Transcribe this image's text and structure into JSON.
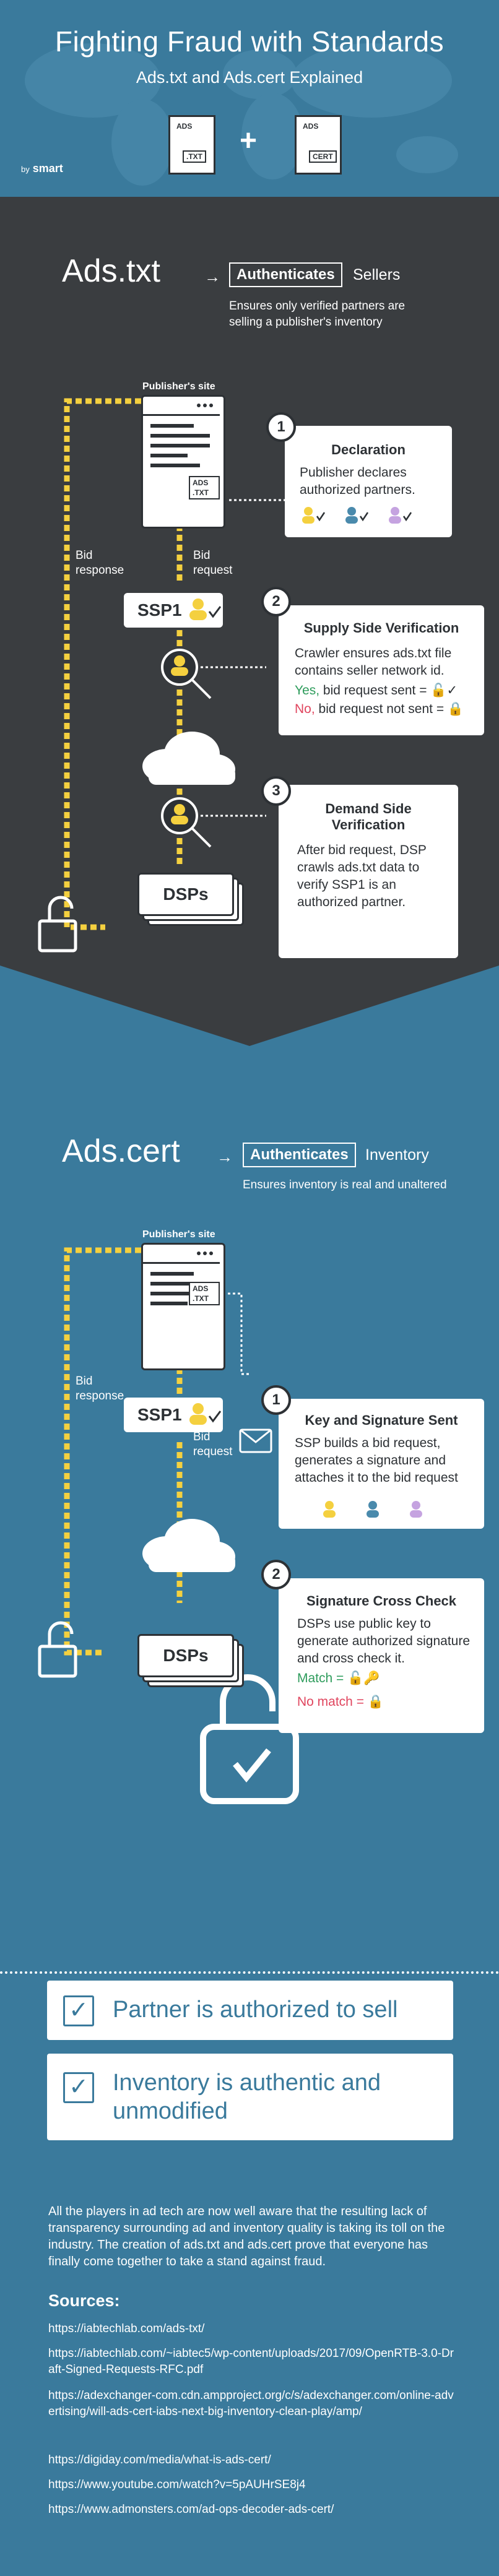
{
  "header": {
    "title": "Fighting Fraud with Standards",
    "subtitle": "Ads.txt and Ads.cert Explained",
    "by": "by",
    "brand": "smart",
    "doc1_tag_top": "ADS",
    "doc1_tag": ".TXT",
    "doc2_tag_top": "ADS",
    "doc2_tag": "CERT",
    "plus": "+"
  },
  "adstxt": {
    "heading": "Ads.txt",
    "arrow": "→",
    "auth": "Authenticates",
    "auth_target": "Sellers",
    "sub1": "Ensures only verified partners are",
    "sub2": "selling a publisher's inventory",
    "site_label": "Publisher's site",
    "site_tag_top": "ADS",
    "site_tag": ".TXT",
    "bid_response": "Bid\nresponse",
    "bid_request": "Bid\nrequest",
    "ssp": "SSP1",
    "dsps": "DSPs",
    "steps": [
      {
        "num": "1",
        "title": "Declaration",
        "body": "Publisher declares authorized partners."
      },
      {
        "num": "2",
        "title": "Supply Side Verification",
        "body": "Crawler ensures ads.txt file contains seller network id.",
        "yes_word": "Yes,",
        "yes_text": " bid request sent =",
        "no_word": "No,",
        "no_text": " bid request not sent ="
      },
      {
        "num": "3",
        "title": "Demand Side Verification",
        "body": "After bid request, DSP crawls ads.txt data to verify SSP1 is an authorized partner."
      }
    ]
  },
  "adscert": {
    "heading": "Ads.cert",
    "arrow": "→",
    "auth": "Authenticates",
    "auth_target": "Inventory",
    "sub1": "Ensures inventory is real and unaltered",
    "site_label": "Publisher's site",
    "site_tag_top": "ADS",
    "site_tag": ".TXT",
    "bid_response": "Bid\nresponse",
    "bid_request": "Bid\nrequest",
    "ssp": "SSP1",
    "dsps": "DSPs",
    "steps": [
      {
        "num": "1",
        "title": "Key and Signature Sent",
        "body": "SSP builds a bid request, generates a signature and attaches it to the bid request"
      },
      {
        "num": "2",
        "title": "Signature Cross Check",
        "body": "DSPs use public key to generate authorized signature and cross check it.",
        "match": "Match =",
        "nomatch": "No match ="
      }
    ]
  },
  "checks": [
    {
      "label": "Partner is authorized to sell"
    },
    {
      "label": "Inventory is authentic and unmodified"
    }
  ],
  "summary": "All the players in ad tech are now well aware that the resulting lack of transparency surrounding ad and inventory quality is taking its toll on the industry. The creation of ads.txt and ads.cert prove that everyone has finally come together to take a stand against fraud.",
  "sources": {
    "title": "Sources:",
    "items": [
      "https://iabtechlab.com/ads-txt/",
      "https://iabtechlab.com/~iabtec5/wp-content/uploads/2017/09/OpenRTB-3.0-Draft-Signed-Requests-RFC.pdf",
      "https://adexchanger-com.cdn.ampproject.org/c/s/adexchanger.com/online-advertising/will-ads-cert-iabs-next-big-inventory-clean-play/amp/",
      "https://digiday.com/media/what-is-ads-cert/",
      "https://www.youtube.com/watch?v=5pAUHrSE8j4",
      "https://www.admonsters.com/ad-ops-decoder-ads-cert/"
    ]
  },
  "colors": {
    "blue": "#3a7a9c",
    "dark": "#3a3d40",
    "yellow": "#f4d03f",
    "green": "#2e9c5c",
    "red": "#e0455e"
  }
}
